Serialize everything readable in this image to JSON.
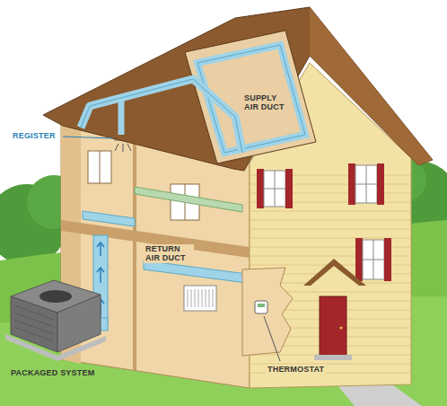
{
  "diagram": {
    "labels": [
      "REGISTER",
      "SUPPLY AIR DUCT",
      "RETURN AIR DUCT",
      "PACKAGED SYSTEM",
      "THERMOSTAT"
    ]
  }
}
